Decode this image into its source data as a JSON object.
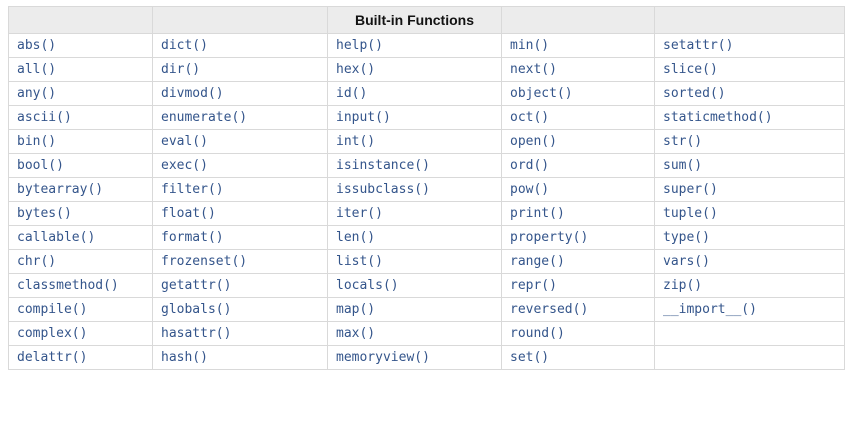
{
  "table": {
    "title": "Built-in Functions",
    "header": [
      "",
      "",
      "Built-in Functions",
      "",
      ""
    ],
    "rows": [
      [
        "abs()",
        "dict()",
        "help()",
        "min()",
        "setattr()"
      ],
      [
        "all()",
        "dir()",
        "hex()",
        "next()",
        "slice()"
      ],
      [
        "any()",
        "divmod()",
        "id()",
        "object()",
        "sorted()"
      ],
      [
        "ascii()",
        "enumerate()",
        "input()",
        "oct()",
        "staticmethod()"
      ],
      [
        "bin()",
        "eval()",
        "int()",
        "open()",
        "str()"
      ],
      [
        "bool()",
        "exec()",
        "isinstance()",
        "ord()",
        "sum()"
      ],
      [
        "bytearray()",
        "filter()",
        "issubclass()",
        "pow()",
        "super()"
      ],
      [
        "bytes()",
        "float()",
        "iter()",
        "print()",
        "tuple()"
      ],
      [
        "callable()",
        "format()",
        "len()",
        "property()",
        "type()"
      ],
      [
        "chr()",
        "frozenset()",
        "list()",
        "range()",
        "vars()"
      ],
      [
        "classmethod()",
        "getattr()",
        "locals()",
        "repr()",
        "zip()"
      ],
      [
        "compile()",
        "globals()",
        "map()",
        "reversed()",
        "__import__()"
      ],
      [
        "complex()",
        "hasattr()",
        "max()",
        "round()",
        ""
      ],
      [
        "delattr()",
        "hash()",
        "memoryview()",
        "set()",
        ""
      ]
    ],
    "colors": {
      "link": "#34558b",
      "header_bg": "#ececec",
      "border": "#d9d9d9"
    }
  }
}
